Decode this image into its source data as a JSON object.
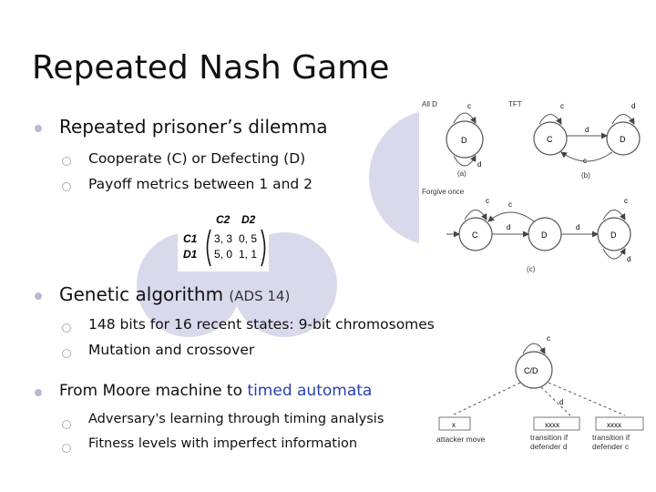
{
  "slide": {
    "title": "Repeated Nash Game",
    "bullets": [
      {
        "text": "Repeated prisoner’s dilemma",
        "subs": [
          "Cooperate (C) or Defecting (D)",
          "Payoff metrics between 1 and 2"
        ]
      },
      {
        "text": "Genetic algorithm",
        "note": "(ADS 14)",
        "subs": [
          "148 bits for 16 recent states: 9-bit chromosomes",
          "Mutation and crossover"
        ]
      },
      {
        "text_pre": "From Moore machine to ",
        "text_link": "timed automata",
        "subs": [
          "Adversary's learning through timing analysis",
          "Fitness levels with imperfect information"
        ]
      }
    ]
  },
  "matrix": {
    "col_headers": [
      "C2",
      "D2"
    ],
    "row_headers": [
      "C1",
      "D1"
    ],
    "cells": [
      [
        "3, 3",
        "0, 5"
      ],
      [
        "5, 0",
        "1, 1"
      ]
    ]
  },
  "diagram_top": {
    "label_alld": "All D",
    "label_tft": "TFT",
    "label_a": "(a)",
    "label_b": "(b)",
    "label_c": "(c)",
    "label_forgive": "Forgive once",
    "node_c": "C",
    "node_d": "D",
    "edge_c": "c",
    "edge_d": "d"
  },
  "diagram_bottom": {
    "node": "C/D",
    "edge_c": "c",
    "edge_d": "d",
    "box1": "x",
    "box2": "xxxx",
    "box3": "xxxx",
    "caption1": "attacker move",
    "caption2": "transition if defender d",
    "caption3": "transition if defender c"
  },
  "colors": {
    "accent": "#2a3fb0",
    "bullet": "#b9b9d6",
    "deco": "#d9d9ec"
  }
}
